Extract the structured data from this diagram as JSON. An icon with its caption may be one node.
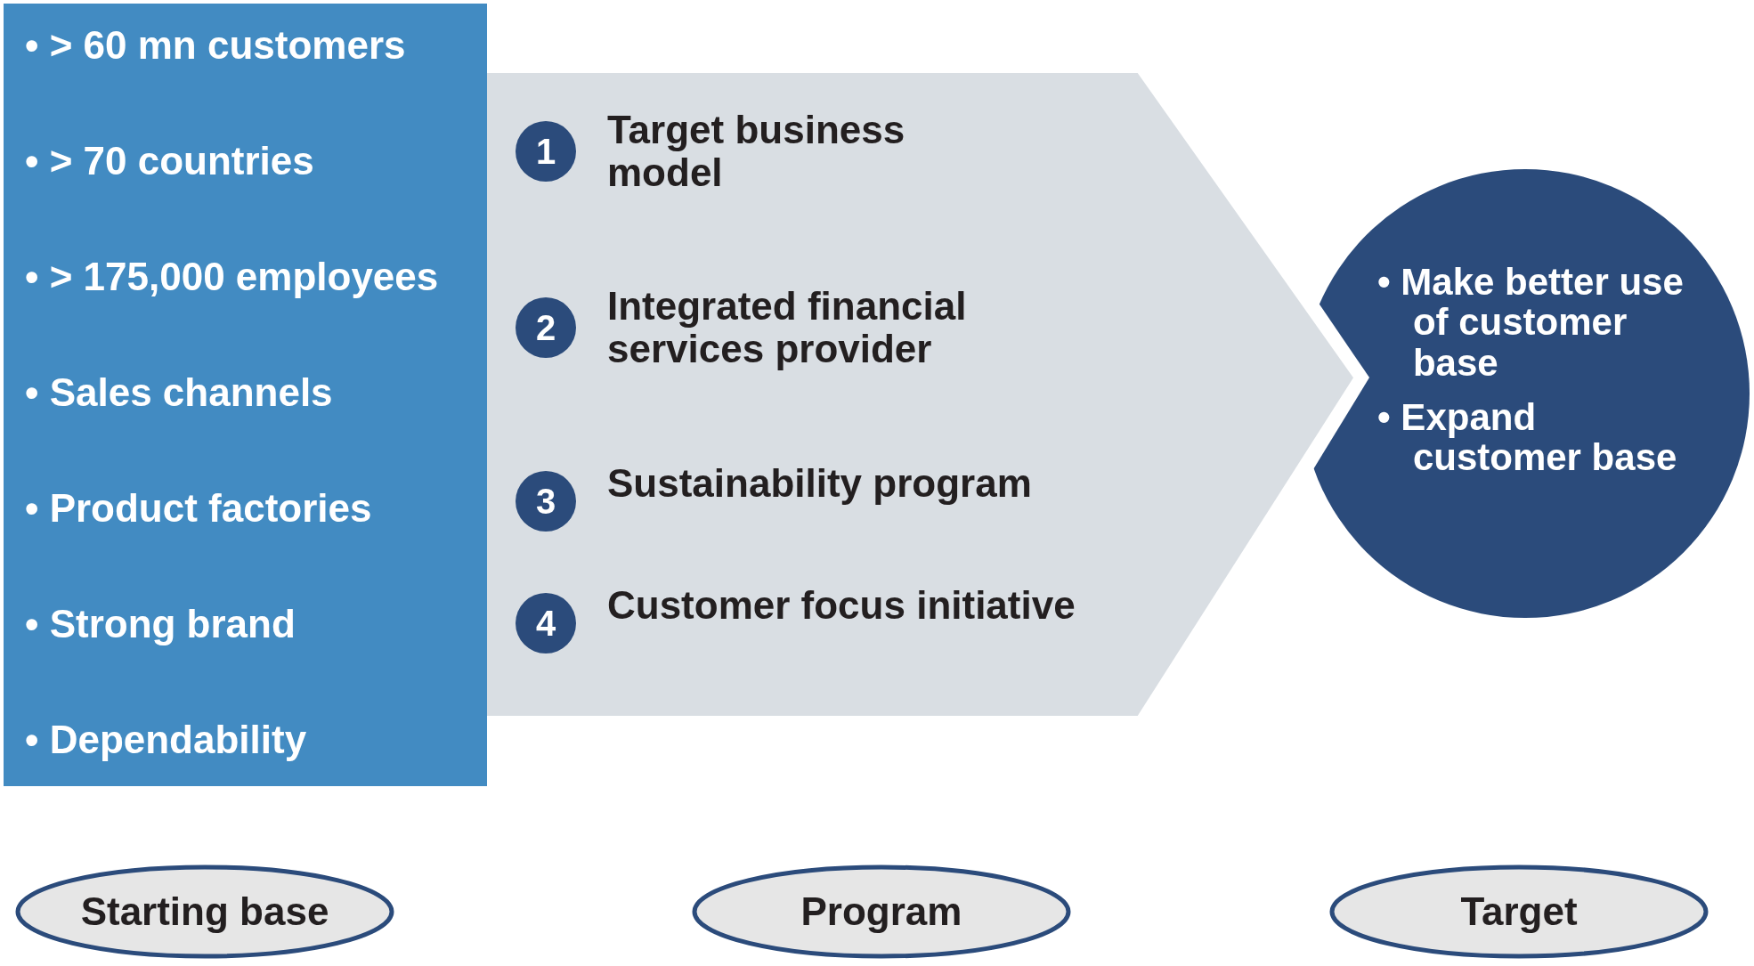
{
  "diagram": {
    "nodes": [
      {
        "text": [
          "• > 60 mn customers",
          "• > 70 countries",
          "• > 175,000 employees",
          "• Sales channels",
          "• Product factories",
          "• Strong brand",
          "• Dependability"
        ]
      },
      {
        "text": [],
        "shape": "chevron"
      },
      {
        "text": [
          "1"
        ],
        "in": 1,
        "beside": [
          "Target business model"
        ]
      },
      {
        "text": [
          "2"
        ],
        "in": 1,
        "beside": [
          "Integrated financial services provider"
        ]
      },
      {
        "text": [
          "3"
        ],
        "in": 1,
        "beside": [
          "Sustainability program"
        ]
      },
      {
        "text": [
          "4"
        ],
        "in": 1,
        "beside": [
          "Customer focus initiative"
        ]
      },
      {
        "text": [
          "• Make better use of customer base",
          "• Expand customer base"
        ]
      },
      {
        "text": [
          "Starting base"
        ]
      },
      {
        "text": [
          "Program"
        ]
      },
      {
        "text": [
          "Target"
        ]
      }
    ]
  }
}
